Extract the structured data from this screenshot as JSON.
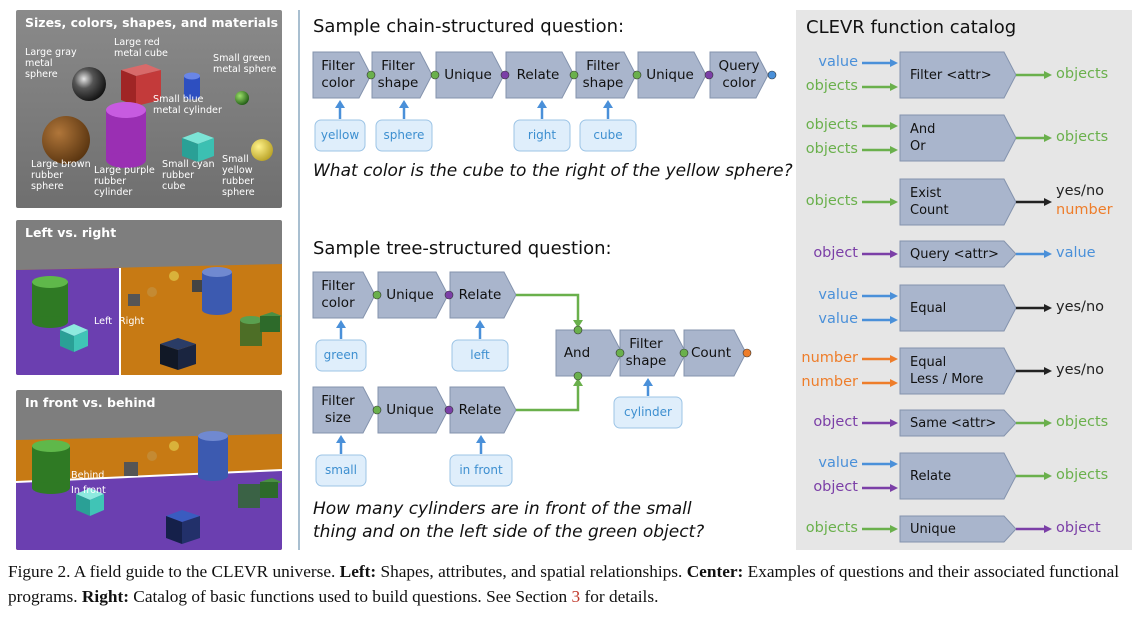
{
  "left": {
    "panel1": {
      "title": "Sizes, colors, shapes, and materials",
      "labels": {
        "gray_sphere": "Large gray\nmetal\nsphere",
        "red_cube": "Large red\nmetal cube",
        "green_sphere": "Small green\nmetal sphere",
        "blue_cylinder": "Small blue\nmetal cylinder",
        "brown_sphere": "Large brown\nrubber\nsphere",
        "purple_cylinder": "Large purple\nrubber\ncylinder",
        "cyan_cube": "Small cyan\nrubber\ncube",
        "yellow_sphere": "Small yellow\nrubber\nsphere"
      }
    },
    "panel2": {
      "title": "Left vs. right",
      "left_label": "Left",
      "right_label": "Right"
    },
    "panel3": {
      "title": "In front vs. behind",
      "behind_label": "Behind",
      "front_label": "In front"
    }
  },
  "center": {
    "chain": {
      "title": "Sample chain-structured question:",
      "functions": [
        "Filter\ncolor",
        "Filter\nshape",
        "Unique",
        "Relate",
        "Filter\nshape",
        "Unique",
        "Query\ncolor"
      ],
      "inputs": [
        "yellow",
        "sphere",
        "right",
        "cube"
      ],
      "question": "What color is the cube to the right of the yellow sphere?"
    },
    "tree": {
      "title": "Sample tree-structured question:",
      "top_functions": [
        "Filter\ncolor",
        "Unique",
        "Relate"
      ],
      "bottom_functions": [
        "Filter\nsize",
        "Unique",
        "Relate"
      ],
      "merge_functions": [
        "And",
        "Filter\nshape",
        "Count"
      ],
      "inputs": [
        "green",
        "left",
        "small",
        "in front",
        "cylinder"
      ],
      "question_line1": "How many cylinders are in front of the small",
      "question_line2": "thing and on the left side of the green object?"
    }
  },
  "catalog": {
    "title": "CLEVR function catalog",
    "rows": [
      {
        "inputs": [
          "value",
          "objects"
        ],
        "input_colors": [
          "#4a90d9",
          "#6ab04c"
        ],
        "function": "Filter <attr>",
        "outputs": [
          "objects"
        ],
        "output_colors": [
          "#6ab04c"
        ]
      },
      {
        "inputs": [
          "objects",
          "objects"
        ],
        "input_colors": [
          "#6ab04c",
          "#6ab04c"
        ],
        "function": "And\nOr",
        "outputs": [
          "objects"
        ],
        "output_colors": [
          "#6ab04c"
        ]
      },
      {
        "inputs": [
          "objects"
        ],
        "input_colors": [
          "#6ab04c"
        ],
        "function": "Exist\nCount",
        "outputs": [
          "yes/no",
          "number"
        ],
        "output_colors": [
          "#222222",
          "#ee7d2a"
        ]
      },
      {
        "inputs": [
          "object"
        ],
        "input_colors": [
          "#7b3fa7"
        ],
        "function": "Query <attr>",
        "outputs": [
          "value"
        ],
        "output_colors": [
          "#4a90d9"
        ]
      },
      {
        "inputs": [
          "value",
          "value"
        ],
        "input_colors": [
          "#4a90d9",
          "#4a90d9"
        ],
        "function": "Equal",
        "outputs": [
          "yes/no"
        ],
        "output_colors": [
          "#222222"
        ]
      },
      {
        "inputs": [
          "number",
          "number"
        ],
        "input_colors": [
          "#ee7d2a",
          "#ee7d2a"
        ],
        "function": "Equal\nLess / More",
        "outputs": [
          "yes/no"
        ],
        "output_colors": [
          "#222222"
        ]
      },
      {
        "inputs": [
          "object"
        ],
        "input_colors": [
          "#7b3fa7"
        ],
        "function": "Same <attr>",
        "outputs": [
          "objects"
        ],
        "output_colors": [
          "#6ab04c"
        ]
      },
      {
        "inputs": [
          "value",
          "object"
        ],
        "input_colors": [
          "#4a90d9",
          "#7b3fa7"
        ],
        "function": "Relate",
        "outputs": [
          "objects"
        ],
        "output_colors": [
          "#6ab04c"
        ]
      },
      {
        "inputs": [
          "objects"
        ],
        "input_colors": [
          "#6ab04c"
        ],
        "function": "Unique",
        "outputs": [
          "object"
        ],
        "output_colors": [
          "#7b3fa7"
        ]
      }
    ]
  },
  "caption": {
    "lead": "Figure 2. A field guide to the CLEVR universe.",
    "left_label": "Left:",
    "left_text": "Shapes, attributes, and spatial relationships.",
    "center_label": "Center:",
    "center_text": "Examples of questions and their associated functional programs.",
    "right_label": "Right:",
    "right_text": "Catalog of basic functions used to build questions. See Section",
    "section_ref": "3",
    "tail": "for details."
  },
  "colors": {
    "function_fill": "#a9b5cc",
    "function_stroke": "#8493ad",
    "input_fill": "#dfeefb",
    "input_stroke": "#9cc4e6",
    "value_blue": "#4a90d9",
    "object_purple": "#7b3fa7",
    "objects_green": "#6ab04c",
    "number_orange": "#ee7d2a",
    "yesno_dark": "#222222"
  }
}
